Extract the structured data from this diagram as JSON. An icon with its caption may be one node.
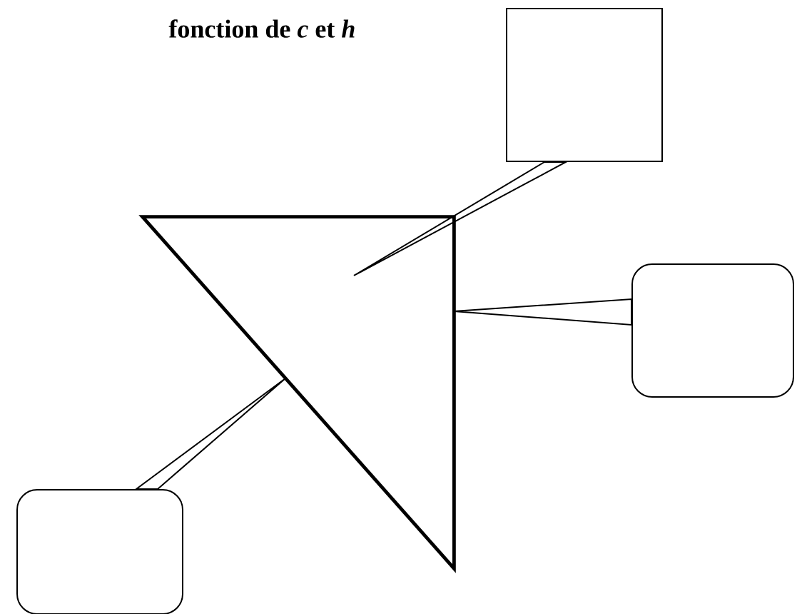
{
  "diagram": {
    "title": "fonction de *c* et *h*",
    "nodes": [
      {
        "text": [],
        "shape": "box"
      },
      {
        "text": [],
        "shape": "triangle"
      },
      {
        "text": [],
        "shape": "box"
      },
      {
        "text": [],
        "shape": "box"
      }
    ],
    "edges": [
      {
        "from": 0,
        "to": 1,
        "arrow": "none"
      },
      {
        "from": 2,
        "to": 1,
        "arrow": "none"
      },
      {
        "from": 3,
        "to": 1,
        "arrow": "none"
      }
    ]
  }
}
